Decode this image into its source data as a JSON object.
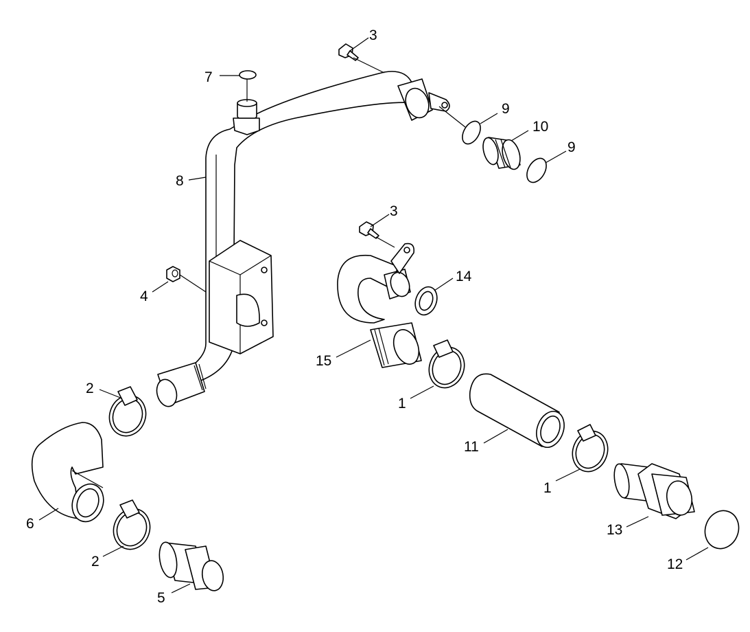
{
  "callouts": [
    {
      "id": "c1a",
      "label": "1"
    },
    {
      "id": "c1b",
      "label": "1"
    },
    {
      "id": "c2a",
      "label": "2"
    },
    {
      "id": "c2b",
      "label": "2"
    },
    {
      "id": "c3a",
      "label": "3"
    },
    {
      "id": "c3b",
      "label": "3"
    },
    {
      "id": "c4",
      "label": "4"
    },
    {
      "id": "c5",
      "label": "5"
    },
    {
      "id": "c6",
      "label": "6"
    },
    {
      "id": "c7",
      "label": "7"
    },
    {
      "id": "c8",
      "label": "8"
    },
    {
      "id": "c9a",
      "label": "9"
    },
    {
      "id": "c9b",
      "label": "9"
    },
    {
      "id": "c10",
      "label": "10"
    },
    {
      "id": "c11",
      "label": "11"
    },
    {
      "id": "c12",
      "label": "12"
    },
    {
      "id": "c13",
      "label": "13"
    },
    {
      "id": "c14",
      "label": "14"
    },
    {
      "id": "c15",
      "label": "15"
    }
  ]
}
